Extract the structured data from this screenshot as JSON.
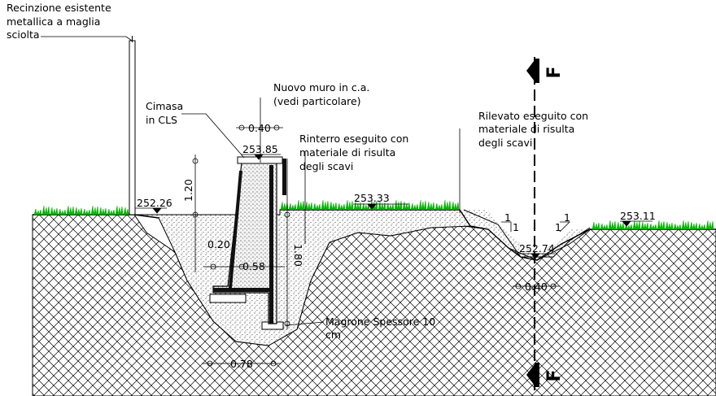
{
  "labels": {
    "fence": [
      "Recinzione esistente",
      "metallica a maglia",
      "sciolta"
    ],
    "new_wall": [
      "Nuovo muro in c.a.",
      "(vedi particolare)"
    ],
    "coping": [
      "Cimasa",
      "in CLS"
    ],
    "backfill": [
      "Rinterro eseguito con",
      "materiale di risulta",
      "degli scavi"
    ],
    "embankment": [
      "Rilevato eseguito con",
      "materiale di risulta",
      "degli scavi"
    ],
    "lean_concrete": [
      "Magrone Spessore 10",
      "cm"
    ]
  },
  "elevations": {
    "left_ground": "252.26",
    "wall_top": "253.85",
    "mid_ground": "253.33",
    "channel_bottom": "252.74",
    "right_ground": "253.11"
  },
  "dimensions": {
    "top_width": "0.40",
    "height_above": "1.20",
    "batter": "0.20",
    "heel": "0.58",
    "height_below": "1.80",
    "footing_width": "0.78",
    "channel_width": "0.40"
  },
  "slopes": {
    "left_slope": "1",
    "left_slope_base": "1",
    "right_slope": "1",
    "right_slope_base": "1"
  },
  "section_marker": {
    "letter": "F"
  },
  "colors": {
    "line": "#000000",
    "grass": "#00b400",
    "background": "#ffffff"
  }
}
